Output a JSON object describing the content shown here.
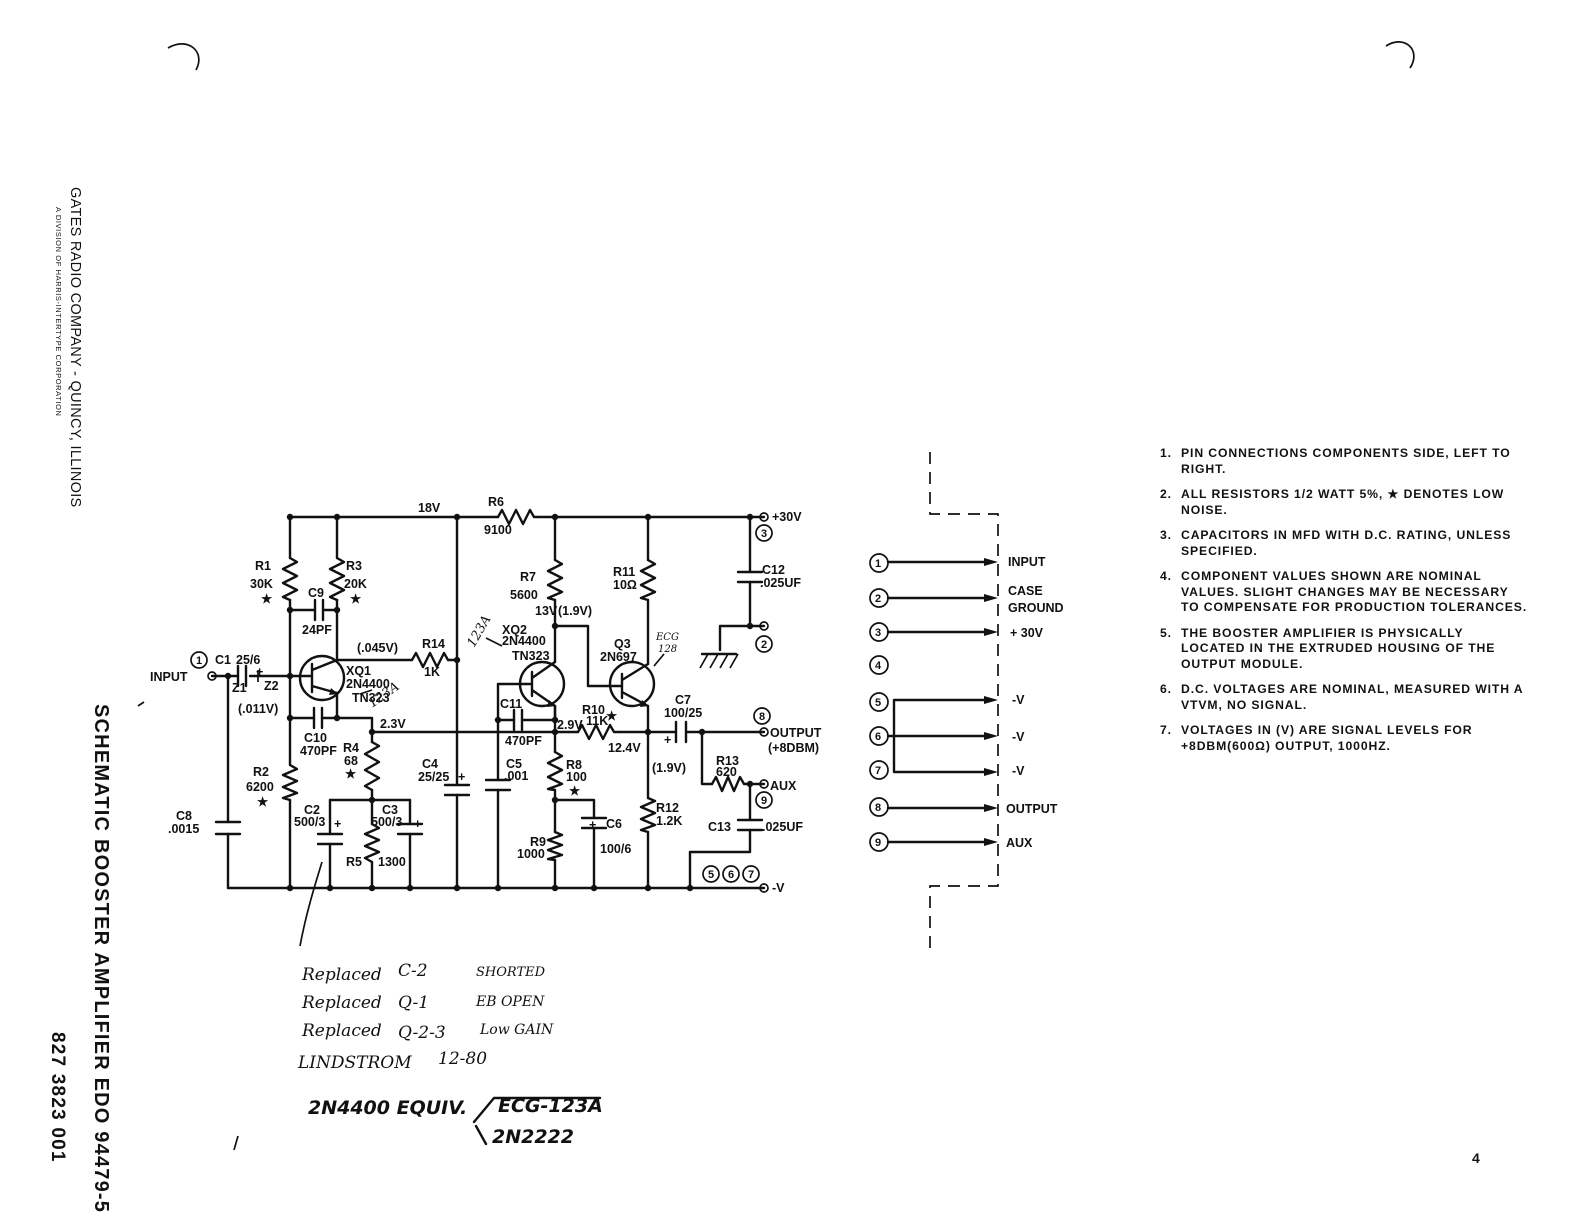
{
  "header": {
    "company": "GATES RADIO COMPANY - QUINCY, ILLINOIS",
    "division": "A DIVISION OF HARRIS-INTERTYPE CORPORATION",
    "title": "SCHEMATIC BOOSTER AMPLIFIER EDO 94479-5",
    "drawing_number": "827 3823 001"
  },
  "page_number": "4",
  "schematic": {
    "input_label": "INPUT",
    "supply_plus": "+30V",
    "supply_minus": "-V",
    "output_label": "OUTPUT",
    "output_level": "(+8DBM)",
    "aux_label": "AUX",
    "return_pins": [
      "5",
      "6",
      "7"
    ],
    "pins": {
      "in": "1",
      "plus30": "3",
      "ground": "2",
      "out": "8",
      "aux": "9"
    },
    "voltages": {
      "v18": "18V",
      "v045": "(.045V)",
      "v011": "(.011V)",
      "v23": "2.3V",
      "v13": "13V",
      "v19a": "(1.9V)",
      "v29": "2.9V",
      "v124": "12.4V",
      "v19b": "(1.9V)"
    },
    "components": {
      "r1": {
        "ref": "R1",
        "value": "30K"
      },
      "r2": {
        "ref": "R2",
        "value": "6200"
      },
      "r3": {
        "ref": "R3",
        "value": "20K"
      },
      "r4": {
        "ref": "R4",
        "value": "68"
      },
      "r5": {
        "ref": "R5",
        "value": "1300"
      },
      "r6": {
        "ref": "R6",
        "value": "9100"
      },
      "r7": {
        "ref": "R7",
        "value": "5600"
      },
      "r8": {
        "ref": "R8",
        "value": "100"
      },
      "r9": {
        "ref": "R9",
        "value": "1000"
      },
      "r10": {
        "ref": "R10",
        "value": "11K"
      },
      "r11": {
        "ref": "R11",
        "value": "10Ω"
      },
      "r12": {
        "ref": "R12",
        "value": "1.2K"
      },
      "r13": {
        "ref": "R13",
        "value": "620"
      },
      "r14": {
        "ref": "R14",
        "value": "1K"
      },
      "c1": {
        "ref": "C1",
        "value": "25/6"
      },
      "c2": {
        "ref": "C2",
        "value": "500/3"
      },
      "c3": {
        "ref": "C3",
        "value": "500/3"
      },
      "c4": {
        "ref": "C4",
        "value": "25/25"
      },
      "c5": {
        "ref": "C5",
        "value": ".001"
      },
      "c6": {
        "ref": "C6",
        "value": "100/6"
      },
      "c7": {
        "ref": "C7",
        "value": "100/25"
      },
      "c8": {
        "ref": "C8",
        "value": ".0015"
      },
      "c9": {
        "ref": "C9",
        "value": "24PF"
      },
      "c10": {
        "ref": "C10",
        "value": "470PF"
      },
      "c11": {
        "ref": "C11",
        "value": "470PF"
      },
      "c12": {
        "ref": "C12",
        "value": ".025UF"
      },
      "c13": {
        "ref": "C13",
        "value": ".025UF"
      },
      "z1": "Z1",
      "z2": "Z2",
      "q1": {
        "ref": "XQ1",
        "type": "2N4400",
        "alt": "TN323"
      },
      "q2": {
        "ref": "XQ2",
        "type": "2N4400",
        "alt": "TN323"
      },
      "q3": {
        "ref": "Q3",
        "type": "2N697"
      }
    },
    "plus_sign": "+",
    "star": "★"
  },
  "pin_diagram": {
    "pins": [
      {
        "num": "1",
        "label": "INPUT"
      },
      {
        "num": "2",
        "label": "CASE"
      },
      {
        "num": "3",
        "label": "+ 30V"
      },
      {
        "num": "4",
        "label": ""
      },
      {
        "num": "5",
        "label": "-V"
      },
      {
        "num": "6",
        "label": "-V"
      },
      {
        "num": "7",
        "label": "-V"
      },
      {
        "num": "8",
        "label": "OUTPUT"
      },
      {
        "num": "9",
        "label": "AUX"
      }
    ],
    "case_second_line": "GROUND"
  },
  "notes": [
    {
      "num": "1.",
      "text": "PIN CONNECTIONS COMPONENTS SIDE, LEFT TO RIGHT."
    },
    {
      "num": "2.",
      "text": "ALL RESISTORS 1/2 WATT 5%, ★ DENOTES LOW NOISE."
    },
    {
      "num": "3.",
      "text": "CAPACITORS IN MFD WITH D.C. RATING, UNLESS SPECIFIED."
    },
    {
      "num": "4.",
      "text": "COMPONENT VALUES SHOWN ARE NOMINAL VALUES. SLIGHT CHANGES MAY BE NECESSARY TO COMPENSATE FOR PRODUCTION TOLERANCES."
    },
    {
      "num": "5.",
      "text": "THE BOOSTER AMPLIFIER IS PHYSICALLY LOCATED IN THE EXTRUDED HOUSING OF THE OUTPUT MODULE."
    },
    {
      "num": "6.",
      "text": "D.C. VOLTAGES ARE NOMINAL, MEASURED WITH A VTVM, NO SIGNAL."
    },
    {
      "num": "7.",
      "text": "VOLTAGES IN (V) ARE SIGNAL LEVELS FOR +8DBM(600Ω) OUTPUT, 1000HZ."
    }
  ],
  "handwritten": {
    "ecg_q1": "123A",
    "ecg_q2": "123A",
    "ecg_q3a": "ECG",
    "ecg_q3b": "128",
    "row1": [
      "Replaced",
      "C-2",
      "SHORTED"
    ],
    "row2": [
      "Replaced",
      "Q-1",
      "EB OPEN"
    ],
    "row3": [
      "Replaced",
      "Q-2-3",
      "Low GAIN"
    ],
    "row4": [
      "LINDSTROM",
      "12-80"
    ],
    "equiv": "2N4400 EQUIV.",
    "equiv_a": "ECG-123A",
    "equiv_b": "2N2222"
  }
}
